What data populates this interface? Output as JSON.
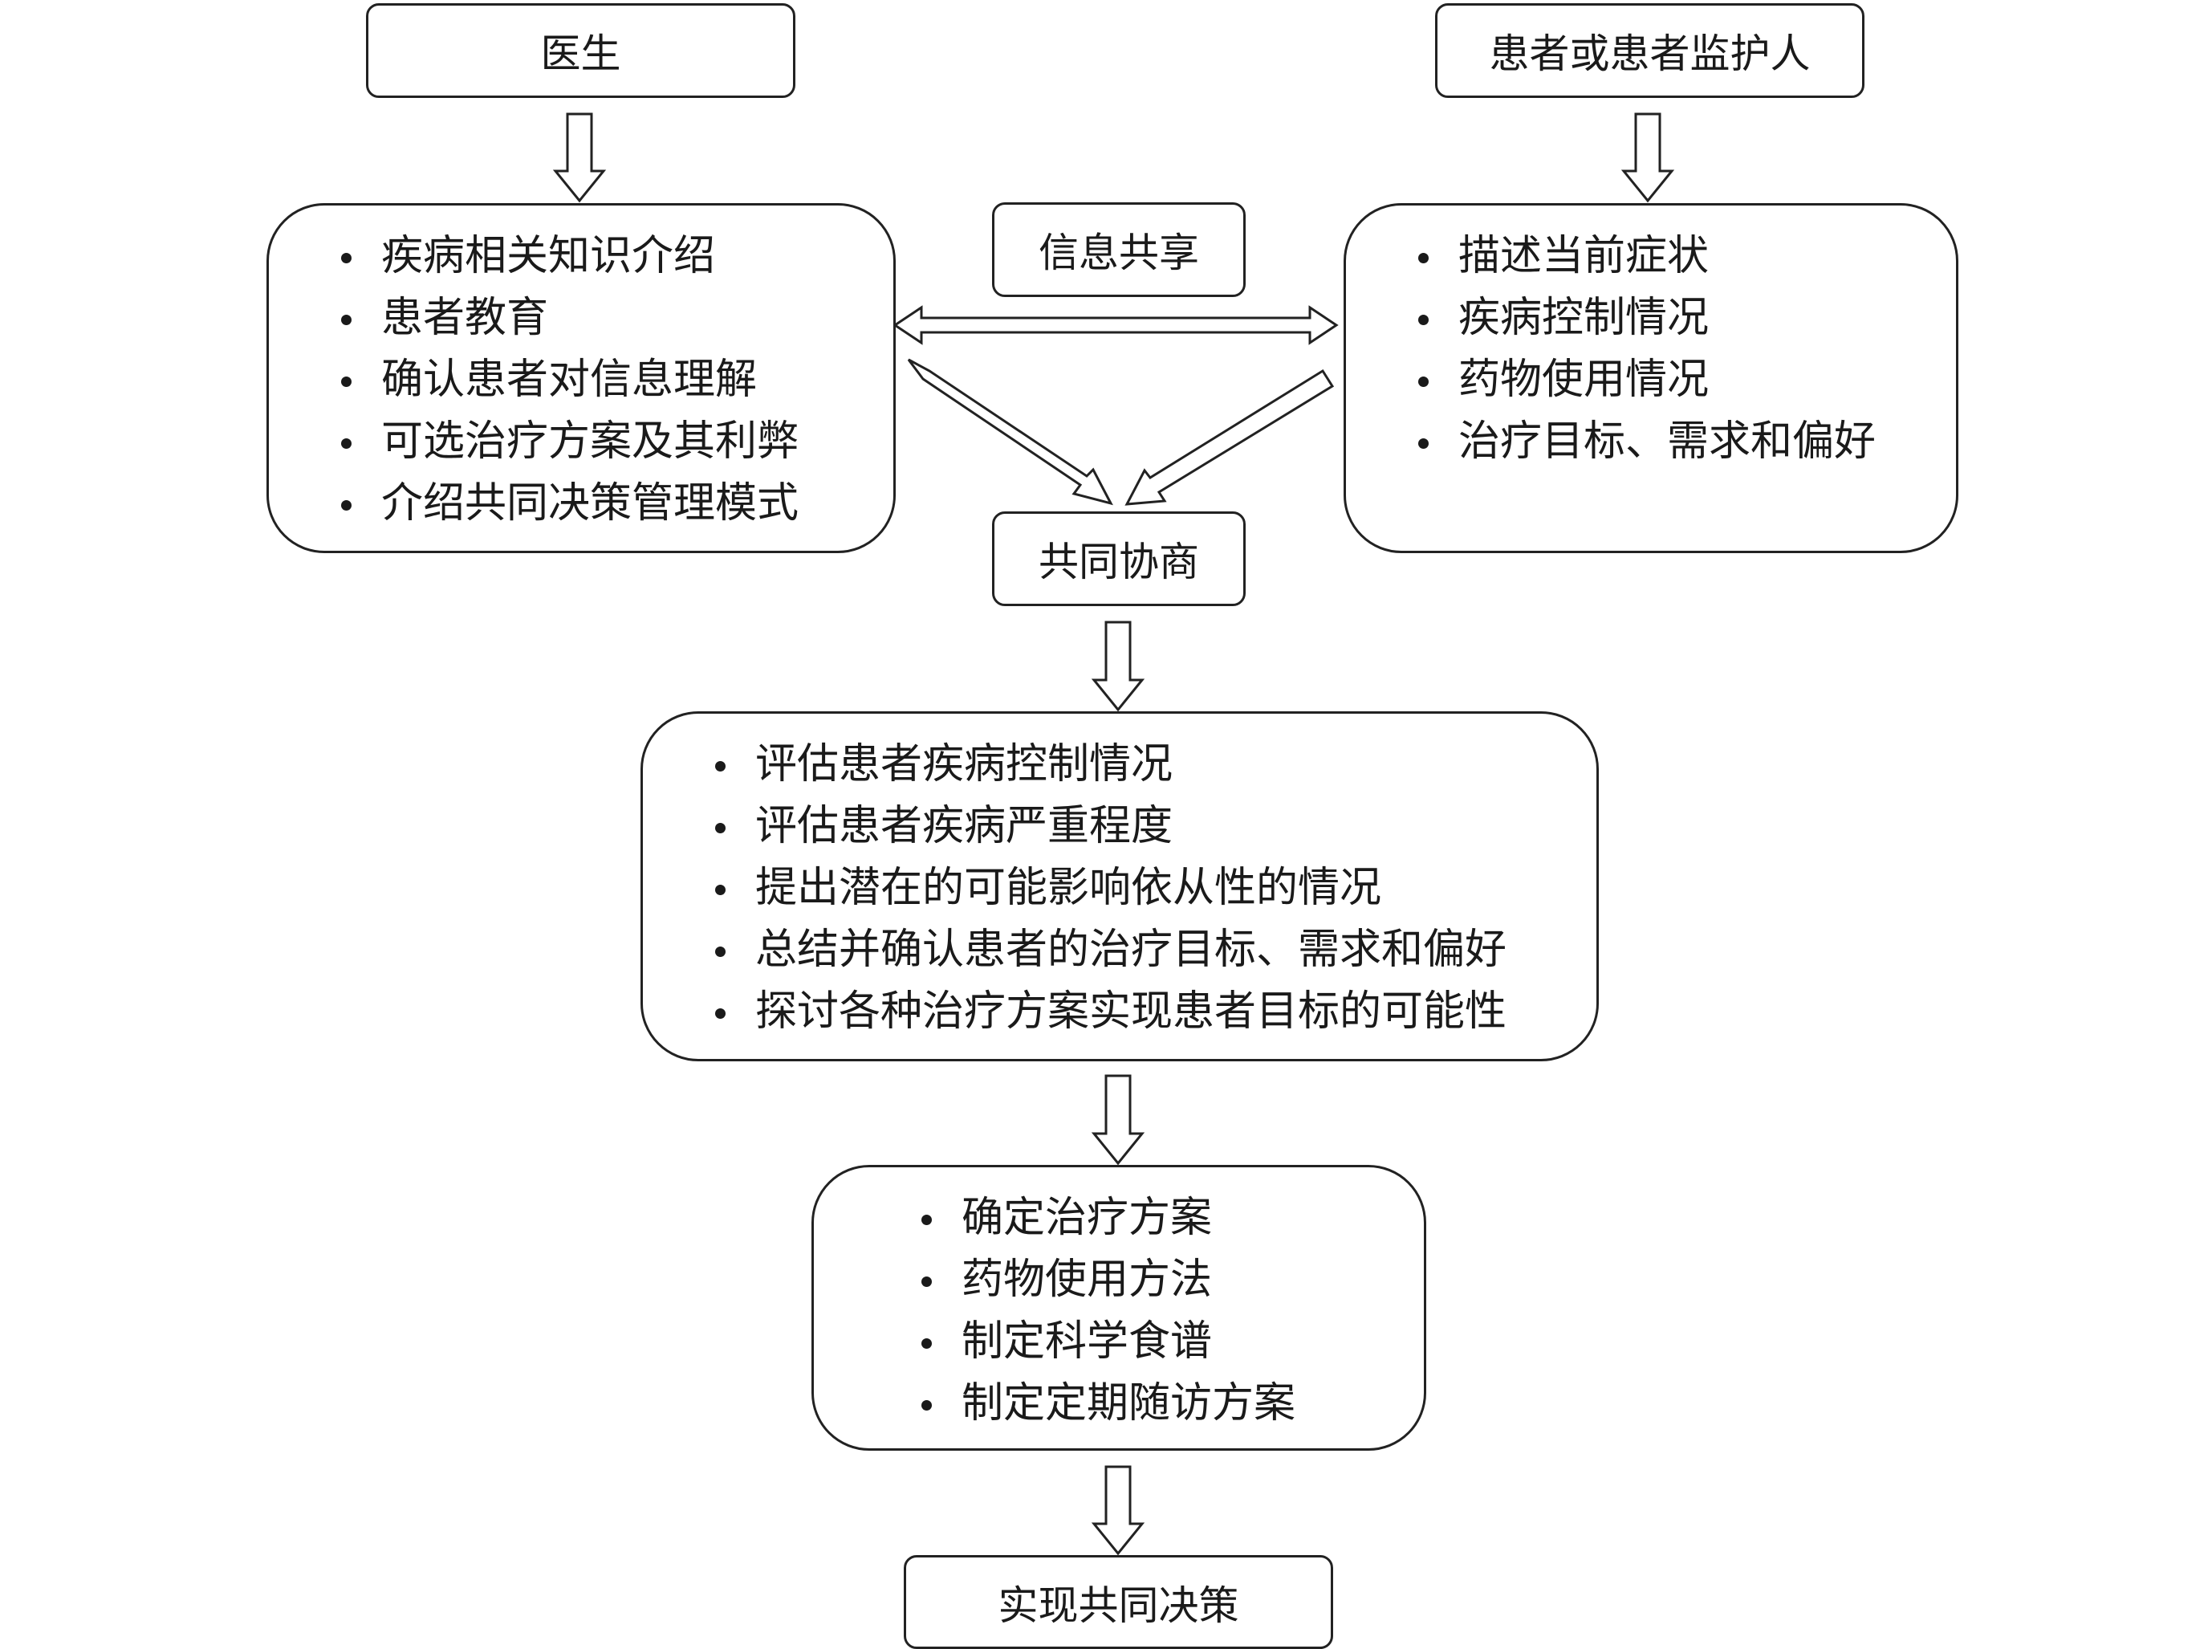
{
  "nodes": {
    "doctor": "医生",
    "patient": "患者或患者监护人",
    "info_share": "信息共享",
    "co_negotiate": "共同协商",
    "final": "实现共同决策"
  },
  "doctor_items": [
    "疾病相关知识介绍",
    "患者教育",
    "确认患者对信息理解",
    "可选治疗方案及其利弊",
    "介绍共同决策管理模式"
  ],
  "patient_items": [
    "描述当前症状",
    "疾病控制情况",
    "药物使用情况",
    "治疗目标、需求和偏好"
  ],
  "assess_items": [
    "评估患者疾病控制情况",
    "评估患者疾病严重程度",
    "提出潜在的可能影响依从性的情况",
    "总结并确认患者的治疗目标、需求和偏好",
    "探讨各种治疗方案实现患者目标的可能性"
  ],
  "plan_items": [
    "确定治疗方案",
    "药物使用方法",
    "制定科学食谱",
    "制定定期随访方案"
  ]
}
